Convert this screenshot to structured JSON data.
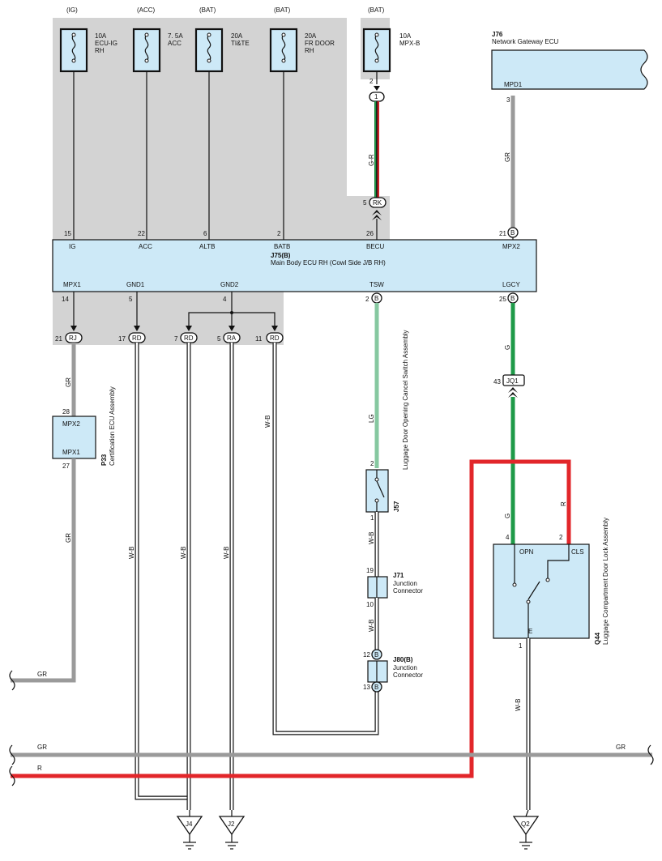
{
  "fuses": [
    {
      "source": "(IG)",
      "amp": "10A",
      "name1": "ECU-IG",
      "name2": "RH",
      "pin": "15",
      "terminal": "IG"
    },
    {
      "source": "(ACC)",
      "amp": "7. 5A",
      "name1": "ACC",
      "name2": "",
      "pin": "22",
      "terminal": "ACC"
    },
    {
      "source": "(BAT)",
      "amp": "20A",
      "name1": "TI&TE",
      "name2": "",
      "pin": "6",
      "terminal": "ALTB"
    },
    {
      "source": "(BAT)",
      "amp": "20A",
      "name1": "FR DOOR",
      "name2": "RH",
      "pin": "2",
      "terminal": "BATB"
    },
    {
      "source": "(BAT)",
      "amp": "10A",
      "name1": "MPX-B",
      "name2": "",
      "pin": "2",
      "terminal": ""
    }
  ],
  "connectors": {
    "c1": "1",
    "rk": "RK",
    "rk_pin": "5",
    "b": "B",
    "rj": "RJ",
    "rj_pin": "21",
    "rd": "RD",
    "rd1_pin": "17",
    "rd2_pin": "7",
    "rd3_pin": "11",
    "ra": "RA",
    "ra_pin": "5",
    "jq1": "JQ1",
    "jq1_pin": "43"
  },
  "ecu_main": {
    "id": "J75(B)",
    "name": "Main Body ECU RH (Cowl Side J/B RH)",
    "becu": "BECU",
    "becu_pin": "26",
    "mpx2": "MPX2",
    "mpx2_pin": "21",
    "mpx1": "MPX1",
    "mpx1_pin": "14",
    "gnd1": "GND1",
    "gnd1_pin": "5",
    "gnd2": "GND2",
    "gnd2_pin": "4",
    "tsw": "TSW",
    "tsw_pin": "2",
    "lgcy": "LGCY",
    "lgcy_pin": "25"
  },
  "gateway": {
    "id": "J76",
    "name": "Network Gateway ECU",
    "terminal": "MPD1",
    "pin": "3"
  },
  "cert": {
    "id": "P33",
    "name": "Certification ECU Assembly",
    "t_top": "MPX2",
    "t_bot": "MPX1",
    "pin_top": "28",
    "pin_bot": "27"
  },
  "switch_j57": {
    "id": "J57",
    "name": "Luggage Door Opening Cancel Switch Assembly",
    "pin_top": "2",
    "pin_bot": "1"
  },
  "j71": {
    "id": "J71",
    "name1": "Junction",
    "name2": "Connector",
    "pin_top": "19",
    "pin_bot": "10"
  },
  "j80": {
    "id": "J80(B)",
    "name1": "Junction",
    "name2": "Connector",
    "pin_top": "12",
    "pin_bot": "13"
  },
  "q44": {
    "id": "Q44",
    "name": "Luggage Compartment Door Lock Assembly",
    "opn": "OPN",
    "cls": "CLS",
    "e": "E",
    "pin_opn": "4",
    "pin_cls": "2",
    "pin_e": "1"
  },
  "wires": {
    "gr": "GR",
    "g_r": "G-R",
    "g": "G",
    "lg": "LG",
    "wb": "W-B",
    "r": "R"
  },
  "grounds": {
    "j4": "J4",
    "j2": "J2",
    "q2": "Q2"
  },
  "colors": {
    "gr": "#9a9a9a",
    "g": "#1e9a48",
    "lg": "#86c8a0",
    "r": "#e2262a",
    "panel": "#d3d3d3",
    "comp": "#cde9f7"
  }
}
